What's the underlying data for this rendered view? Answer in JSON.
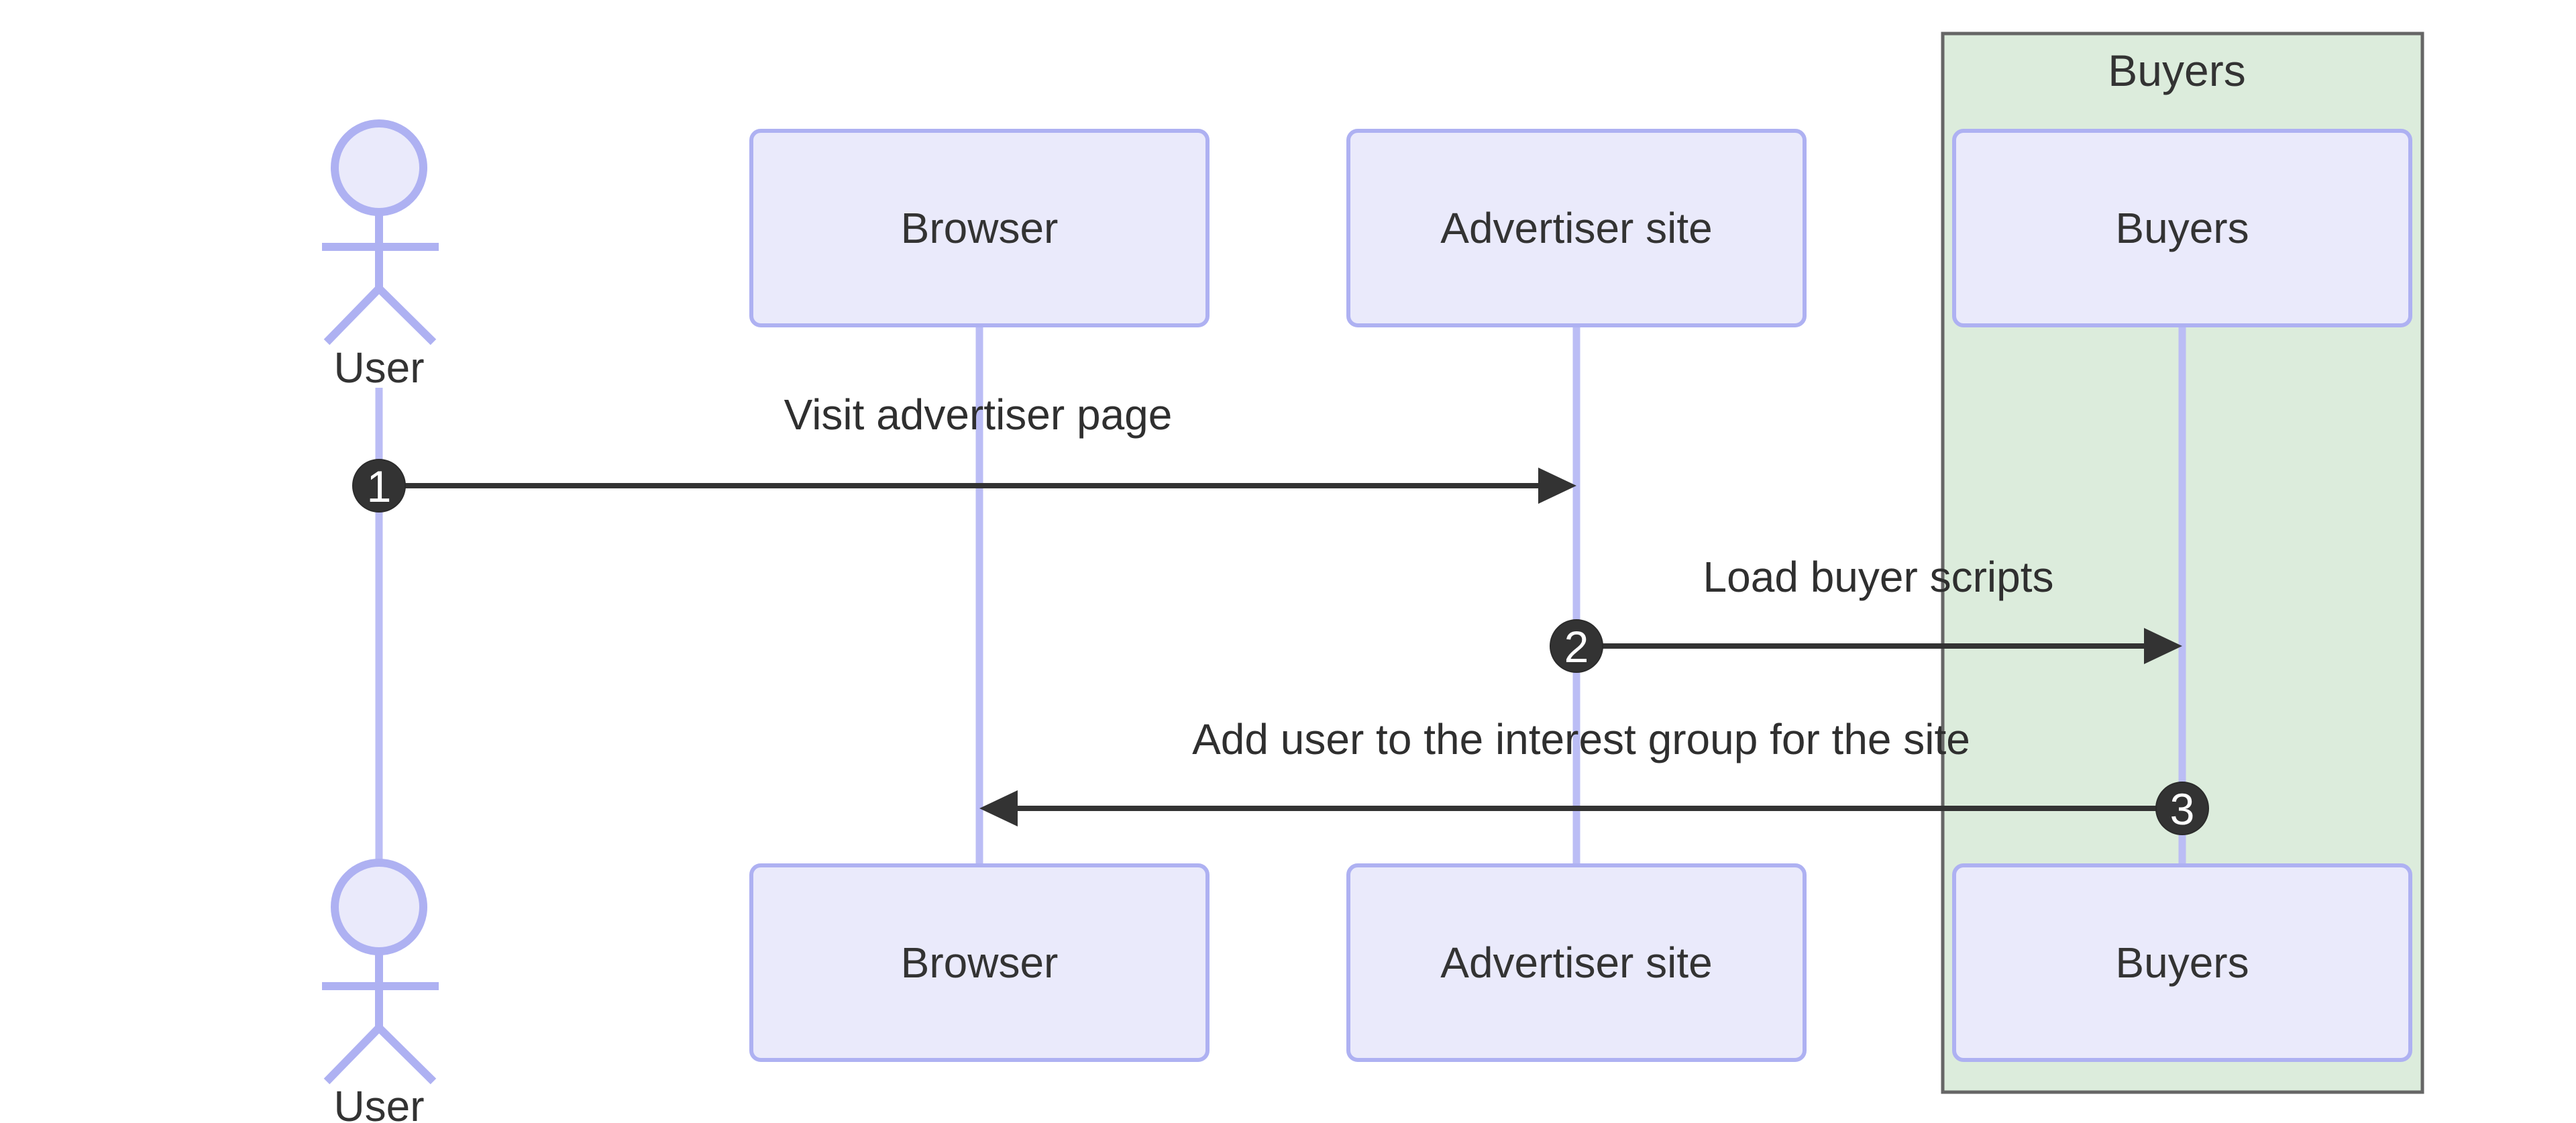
{
  "diagram": {
    "type": "sequence-diagram",
    "actor": {
      "label": "User"
    },
    "participants": [
      {
        "label": "Browser"
      },
      {
        "label": "Advertiser site"
      },
      {
        "label": "Buyers"
      }
    ],
    "group": {
      "label": "Buyers"
    },
    "messages": [
      {
        "number": "1",
        "label": "Visit advertiser page",
        "from": "User",
        "to": "Advertiser site",
        "direction": "right"
      },
      {
        "number": "2",
        "label": "Load buyer scripts",
        "from": "Advertiser site",
        "to": "Buyers",
        "direction": "right"
      },
      {
        "number": "3",
        "label": "Add user to the interest group for the site",
        "from": "Buyers",
        "to": "Browser",
        "direction": "left"
      }
    ],
    "colors": {
      "participant_fill": "#EAEAFB",
      "participant_border": "#AEB1F2",
      "lifeline": "#BBBDF5",
      "group_fill": "#DCECDC",
      "group_border": "#666666",
      "arrow": "#333333",
      "badge_fill": "#333333",
      "badge_text": "#FFFFFF",
      "text": "#333333",
      "background": "#FFFFFF"
    }
  }
}
